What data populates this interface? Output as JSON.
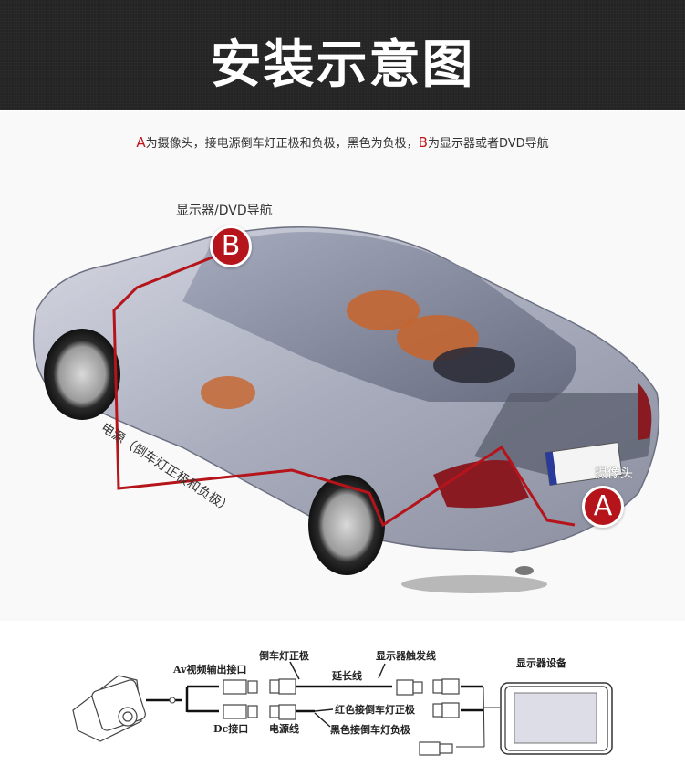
{
  "header": {
    "title": "安装示意图"
  },
  "caption": {
    "a_letter": "A",
    "part1": "为摄像头，接电源倒车灯正极和负极，黑色为负极，",
    "b_letter": "B",
    "part2": "为显示器或者DVD导航"
  },
  "car_diagram": {
    "display_label": "显示器/DVD导航",
    "badge_b": "B",
    "badge_a": "A",
    "power_label": "电源（倒车灯正极和负极）",
    "camera_label": "摄像头",
    "colors": {
      "accent": "#b5141b",
      "wire": "#b5141b"
    }
  },
  "wiring_diagram": {
    "reverse_positive": "倒车灯正极",
    "av_output": "Av视频输出接口",
    "extension_cable": "延长线",
    "trigger_wire": "显示器触发线",
    "display_device": "显示器设备",
    "dc_port": "Dc接口",
    "power_cable": "电源线",
    "red_wire": "红色接倒车灯正极",
    "black_wire": "黑色接倒车灯负极"
  }
}
